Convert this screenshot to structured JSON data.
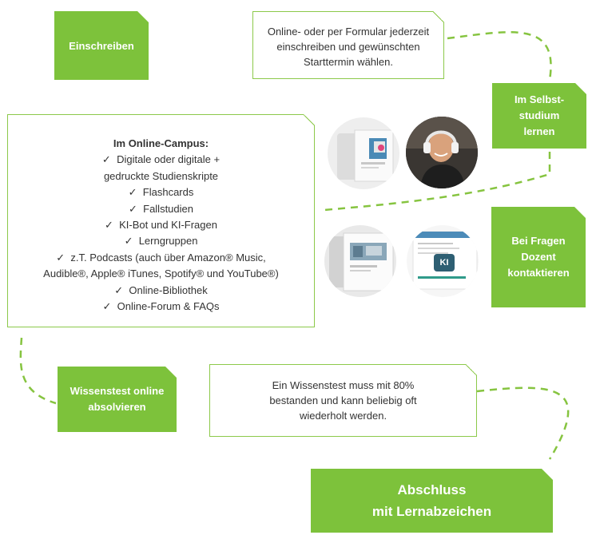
{
  "steps": {
    "enroll": {
      "label": "Einschreiben"
    },
    "enroll_note": {
      "lines": [
        "Online- oder per Formular jederzeit",
        "einschreiben und gewünschten",
        "Starttermin wählen."
      ]
    },
    "self_study": {
      "lines": [
        "Im Selbst-",
        "studium",
        "lernen"
      ]
    },
    "ask_tutor": {
      "lines": [
        "Bei Fragen",
        "Dozent",
        "kontaktieren"
      ]
    },
    "knowledge_test": {
      "lines": [
        "Wissenstest online",
        "absolvieren"
      ]
    },
    "test_note": {
      "lines": [
        "Ein Wissenstest muss mit 80%",
        "bestanden und kann beliebig oft",
        "wiederholt werden."
      ]
    },
    "completion": {
      "lines": [
        "Abschluss",
        "mit Lernabzeichen"
      ]
    }
  },
  "campus": {
    "title": "Im Online-Campus:",
    "items": [
      [
        "Digitale oder digitale +",
        "gedruckte Studienskripte"
      ],
      [
        "Flashcards"
      ],
      [
        "Fallstudien"
      ],
      [
        "KI-Bot und KI-Fragen"
      ],
      [
        "Lerngruppen"
      ],
      [
        "z.T. Podcasts (auch über Amazon® Music,",
        "Audible®, Apple® iTunes, Spotify® und YouTube®)"
      ],
      [
        "Online-Bibliothek"
      ],
      [
        "Online-Forum & FAQs"
      ]
    ],
    "check_glyph": "✓"
  },
  "images": {
    "ai_badge": "KI"
  },
  "colors": {
    "accent": "#7dc23b",
    "border": "#8cc94a",
    "text": "#333333"
  }
}
